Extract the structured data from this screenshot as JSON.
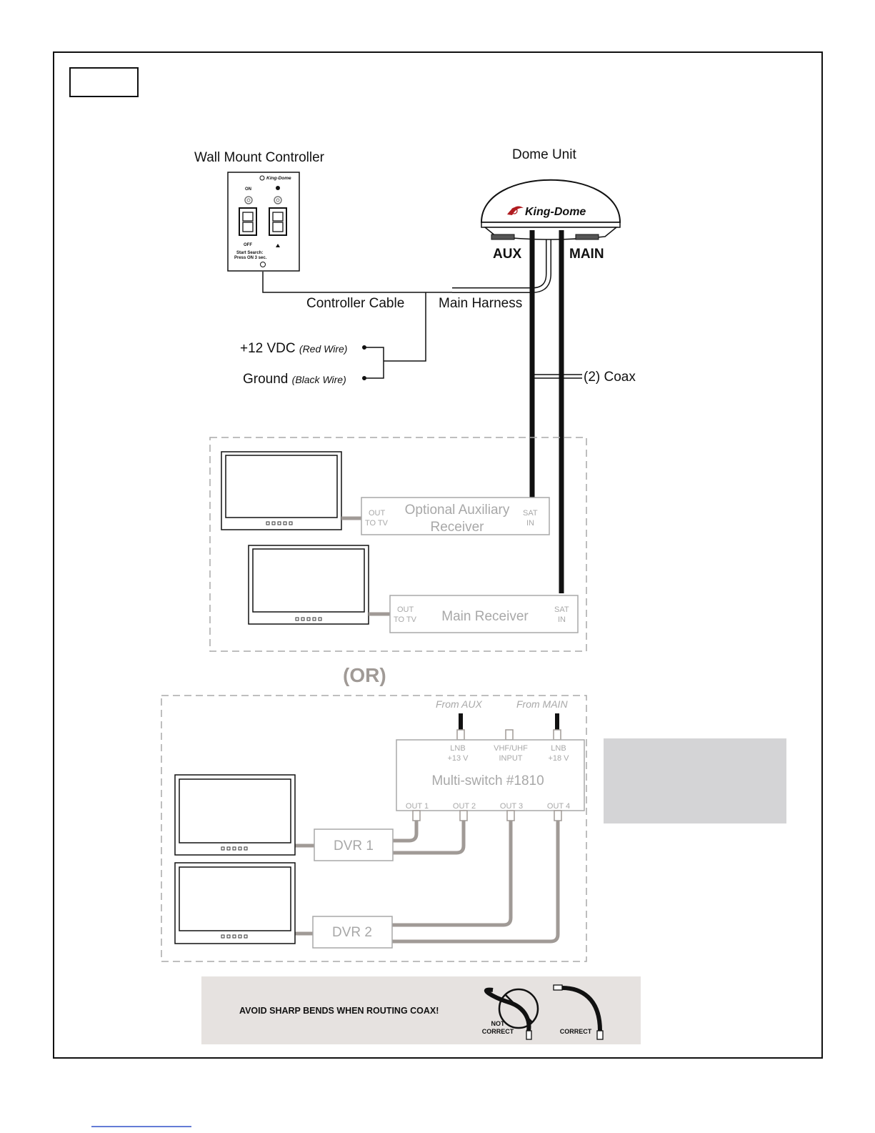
{
  "labels": {
    "wall_mount_controller": "Wall Mount Controller",
    "dome_unit": "Dome Unit",
    "aux": "AUX",
    "main": "MAIN",
    "controller_cable": "Controller Cable",
    "main_harness": "Main Harness",
    "vdc": "+12 VDC",
    "red_wire": "(Red Wire)",
    "ground": "Ground",
    "black_wire": "(Black Wire)",
    "coax": "(2) Coax",
    "or": "(OR)"
  },
  "controller": {
    "brand": "King-Dome",
    "on": "ON",
    "off": "OFF",
    "hint_line1": "Start Search:",
    "hint_line2": "Press ON 3 sec."
  },
  "dome": {
    "brand": "King-Dome"
  },
  "receivers": {
    "aux_receiver_line1": "Optional Auxiliary",
    "aux_receiver_line2": "Receiver",
    "main_receiver": "Main Receiver",
    "out_line1": "OUT",
    "out_line2": "TO TV",
    "sat_line1": "SAT",
    "sat_line2": "IN"
  },
  "multiswitch": {
    "title": "Multi-switch #1810",
    "from_aux": "From AUX",
    "from_main": "From MAIN",
    "lnb_a_line1": "LNB",
    "lnb_a_line2": "+13 V",
    "vhf_line1": "VHF/UHF",
    "vhf_line2": "INPUT",
    "lnb_b_line1": "LNB",
    "lnb_b_line2": "+18 V",
    "out1": "OUT 1",
    "out2": "OUT 2",
    "out3": "OUT 3",
    "out4": "OUT 4",
    "dvr1": "DVR 1",
    "dvr2": "DVR 2"
  },
  "notice": {
    "text": "AVOID SHARP BENDS WHEN ROUTING COAX!",
    "not_correct_line1": "NOT",
    "not_correct_line2": "CORRECT",
    "correct": "CORRECT"
  },
  "colors": {
    "line": "#111111",
    "faded": "#a8a8a8",
    "cable_faded": "#a09a96",
    "notice_bg": "#e6e2e0",
    "note_box": "#d4d4d6"
  }
}
